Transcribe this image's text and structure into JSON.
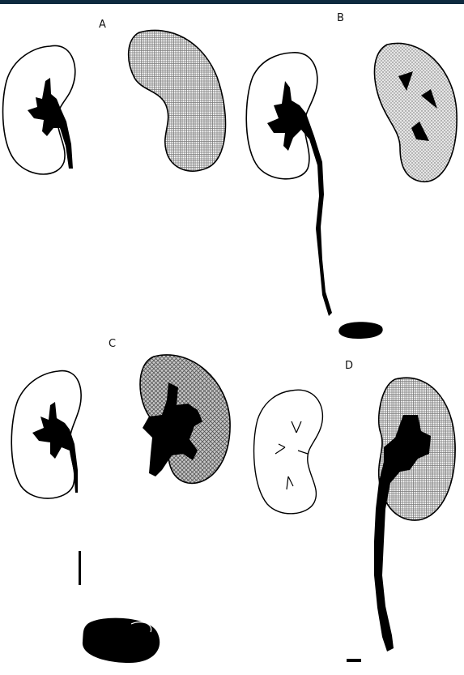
{
  "panels": [
    {
      "label": "A"
    },
    {
      "label": "B"
    },
    {
      "label": "C"
    },
    {
      "label": "D"
    }
  ],
  "colors": {
    "top_bar": "#0e2a3f",
    "ink": "#000000",
    "paper": "#ffffff"
  },
  "patterns": [
    "plaid-grid",
    "stipple-dots",
    "crosshatch-dense"
  ]
}
